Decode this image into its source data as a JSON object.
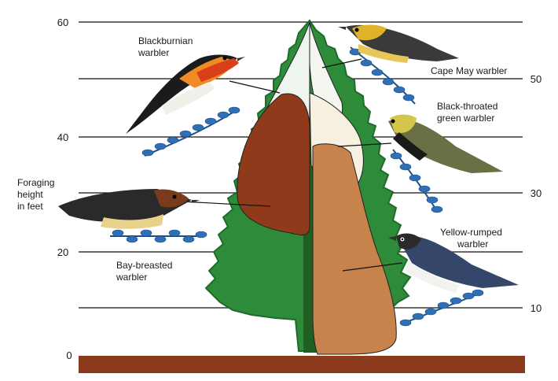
{
  "axis": {
    "title_lines": [
      "Foraging",
      "height",
      "in feet"
    ],
    "left_ticks": [
      "0",
      "20",
      "40",
      "60"
    ],
    "right_ticks": [
      "10",
      "30",
      "50"
    ]
  },
  "birds": [
    {
      "id": "blackburnian",
      "label_lines": [
        "Blackburnian",
        "warbler"
      ]
    },
    {
      "id": "cape-may",
      "label_lines": [
        "Cape May warbler"
      ]
    },
    {
      "id": "black-throated-green",
      "label_lines": [
        "Black-throated",
        "green warbler"
      ]
    },
    {
      "id": "bay-breasted",
      "label_lines": [
        "Bay-breasted",
        "warbler"
      ]
    },
    {
      "id": "yellow-rumped",
      "label_lines": [
        "Yellow-rumped",
        "warbler"
      ]
    }
  ],
  "colors": {
    "tree": "#2e8b3a",
    "tree_outline": "#1f6b2a",
    "ground": "#8b3a1c",
    "zone_blackburnian": "#eef4ee",
    "zone_cape_may": "#f4f6f0",
    "zone_bay_breasted": "#8f3a1a",
    "zone_black_throated_green": "#f7f1e1",
    "zone_yellow_rumped": "#c7834b",
    "trunk": "#1f5f22",
    "leaf_sprig": "#2f6fb5"
  }
}
